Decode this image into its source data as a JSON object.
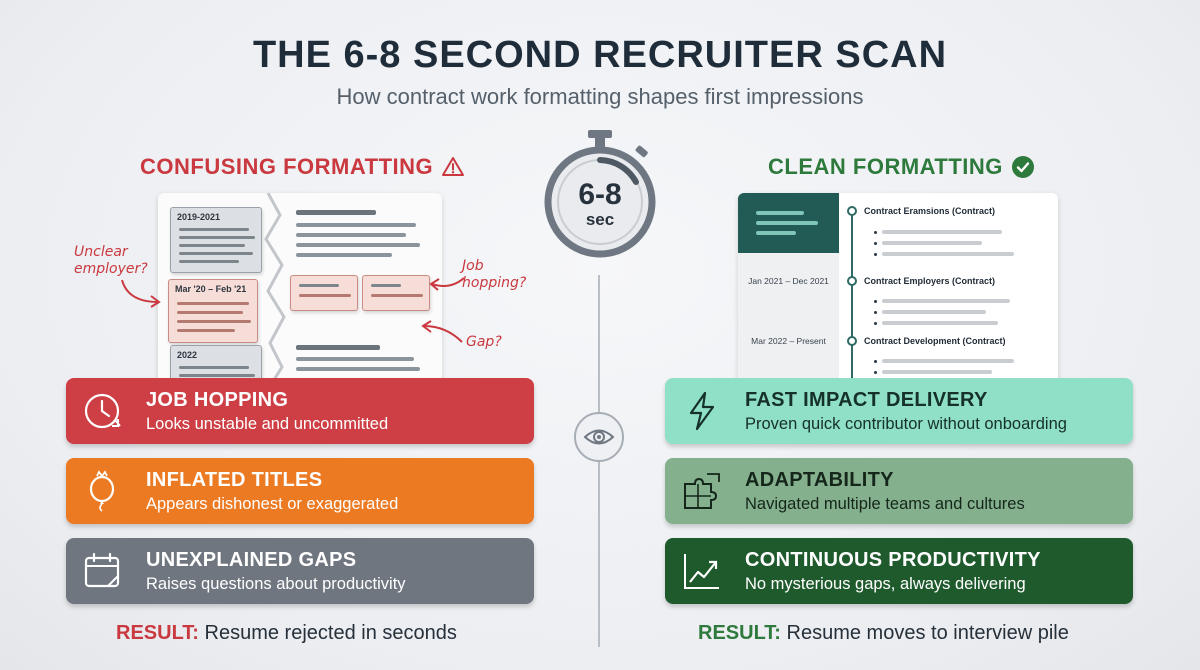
{
  "header": {
    "title": "THE 6-8 SECOND RECRUITER SCAN",
    "subtitle": "How contract work formatting shapes first impressions"
  },
  "stopwatch": {
    "main": "6-8",
    "unit": "sec"
  },
  "left": {
    "heading": "CONFUSING FORMATTING",
    "heading_icon": "warning-triangle-icon",
    "accent": "#c9393f",
    "resume": {
      "dates": [
        "2019-2021",
        "Mar '20 – Feb '21",
        "2022"
      ]
    },
    "annotations": {
      "unclear": "Unclear employer?",
      "hopping": "Job hopping?",
      "gap": "Gap?"
    },
    "cards": [
      {
        "title": "JOB HOPPING",
        "text": "Looks unstable and uncommitted",
        "icon": "clock-icon",
        "color": "#cd3f45"
      },
      {
        "title": "INFLATED TITLES",
        "text": "Appears dishonest or exaggerated",
        "icon": "balloon-icon",
        "color": "#ec7a23"
      },
      {
        "title": "UNEXPLAINED GAPS",
        "text": "Raises questions about productivity",
        "icon": "calendar-icon",
        "color": "#6f7680"
      }
    ],
    "result": {
      "label": "RESULT:",
      "text": "Resume rejected in seconds"
    }
  },
  "right": {
    "heading": "CLEAN FORMATTING",
    "heading_icon": "check-circle-icon",
    "accent": "#2e7a3c",
    "resume": {
      "roles": [
        "Contract Eramsions (Contract)",
        "Contract Employers (Contract)",
        "Contract Development (Contract)"
      ],
      "dates": [
        "Jan 2021 – Dec 2021",
        "Mar 2022 – Present"
      ]
    },
    "cards": [
      {
        "title": "FAST IMPACT DELIVERY",
        "text": "Proven quick contributor without onboarding",
        "icon": "lightning-icon",
        "color": "#8fe0c6"
      },
      {
        "title": "ADAPTABILITY",
        "text": "Navigated multiple teams and cultures",
        "icon": "puzzle-icon",
        "color": "#84b08d"
      },
      {
        "title": "CONTINUOUS PRODUCTIVITY",
        "text": "No mysterious gaps, always delivering",
        "icon": "trend-up-icon",
        "color": "#1f5a2d"
      }
    ],
    "result": {
      "label": "RESULT:",
      "text": "Resume moves to interview pile"
    }
  },
  "divider_icon": "eye-icon"
}
